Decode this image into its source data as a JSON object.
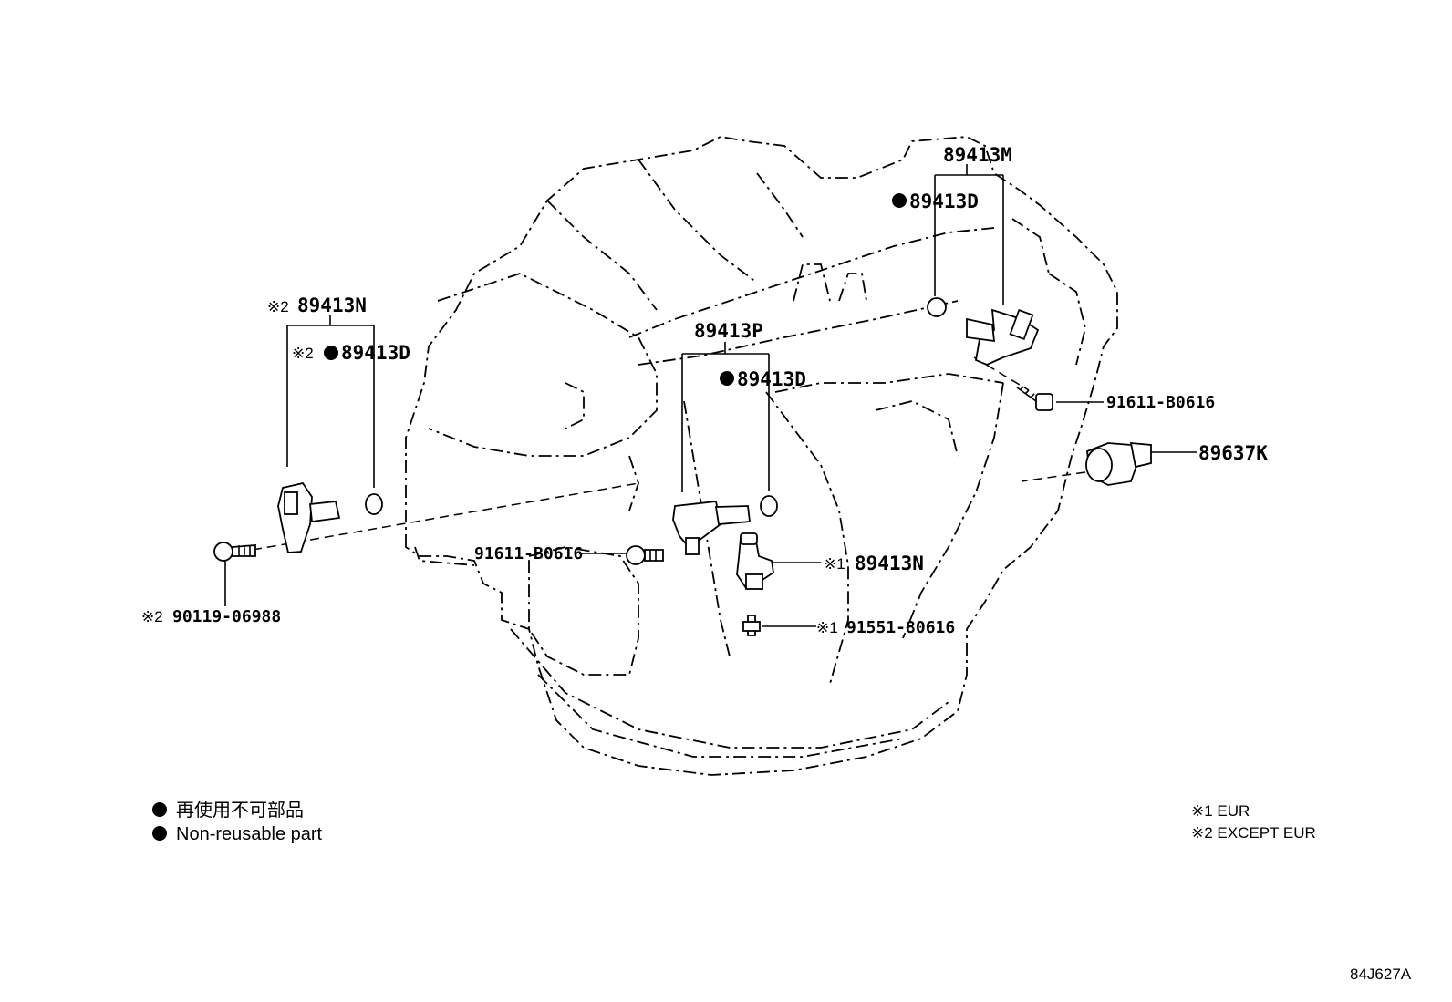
{
  "diagram": {
    "callouts": {
      "c_89413M": "89413M",
      "c_89413D_top": "89413D",
      "c_89413N_left": "89413N",
      "c_89413D_left": "89413D",
      "c_89413P": "89413P",
      "c_89413D_mid": "89413D",
      "c_91611_right": "91611-B0616",
      "c_89637K": "89637K",
      "c_91611_mid": "91611-B0616",
      "c_89413N_eur": "89413N",
      "c_91551": "91551-80616",
      "c_90119": "90119-06988"
    },
    "marks": {
      "ex_eur": "※2",
      "eur": "※1"
    },
    "legend": {
      "jp": "再使用不可部品",
      "en": "Non-reusable part"
    },
    "notes": {
      "note1": "※1 EUR",
      "note2": "※2 EXCEPT EUR"
    },
    "figure_code": "84J627A"
  }
}
